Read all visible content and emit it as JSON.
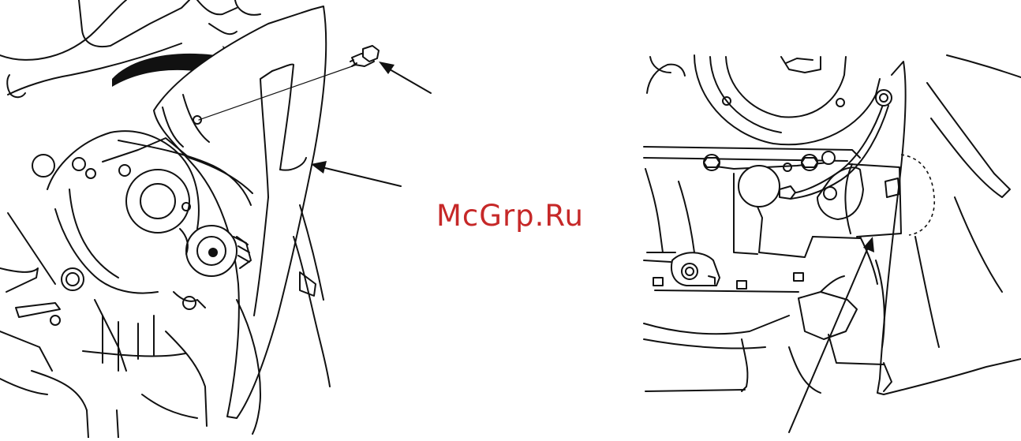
{
  "watermark": {
    "text": "McGrp.Ru",
    "color": "#c62828"
  },
  "illustration": {
    "left_view": "cover-removal-with-bolt",
    "right_view": "engine-side-detail"
  },
  "icons": {
    "rotation_arrow": "curved-arrow-icon",
    "bolt": "bolt-icon",
    "callout": "leader-arrow-icon"
  }
}
